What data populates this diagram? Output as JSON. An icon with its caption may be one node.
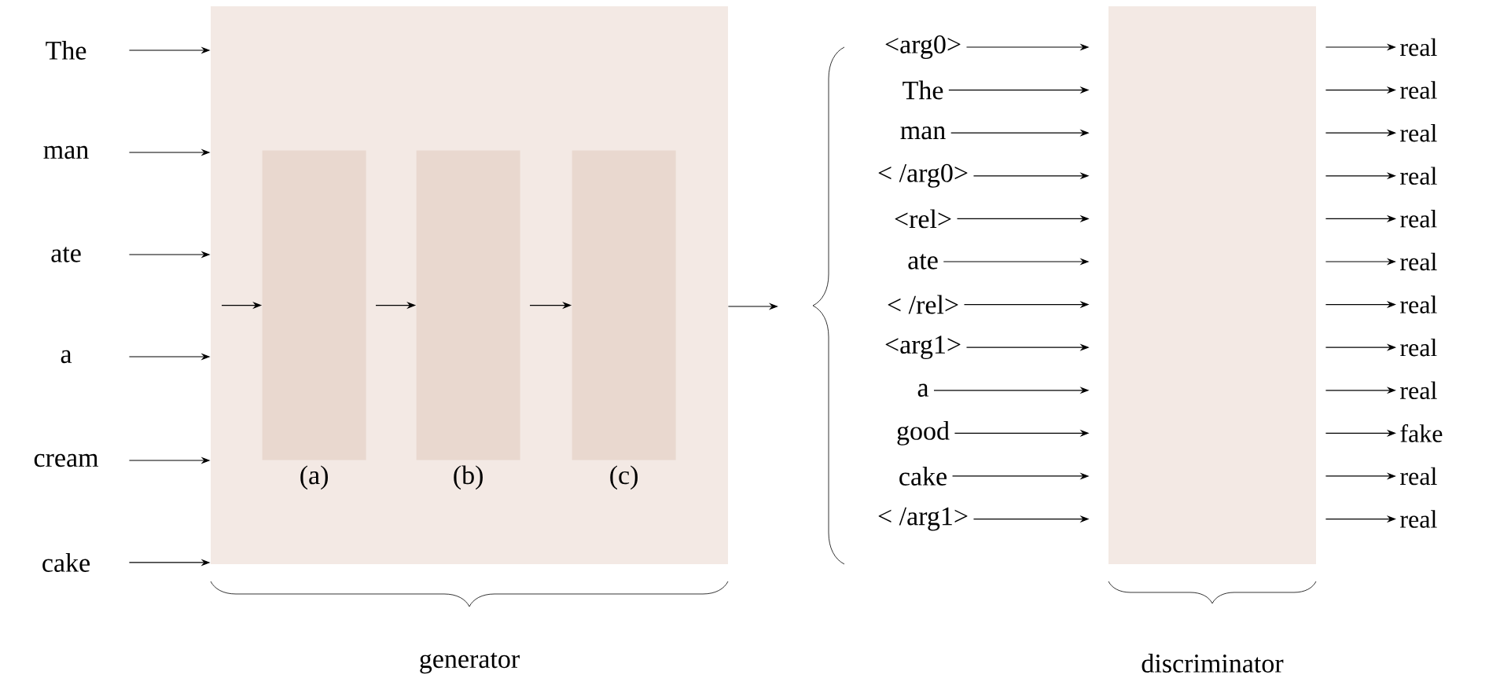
{
  "diagram": {
    "nodes": [
      {
        "text": [
          "The"
        ]
      },
      {
        "text": [
          "man"
        ]
      },
      {
        "text": [
          "ate"
        ]
      },
      {
        "text": [
          "a"
        ]
      },
      {
        "text": [
          "cream"
        ]
      },
      {
        "text": [
          "cake"
        ]
      },
      {
        "text": [
          "generator"
        ]
      },
      {
        "text": [
          "(a)"
        ],
        "in": 6
      },
      {
        "text": [
          "(b)"
        ],
        "in": 6
      },
      {
        "text": [
          "(c)"
        ],
        "in": 6
      },
      {
        "text": [
          "<arg0>"
        ]
      },
      {
        "text": [
          "The"
        ]
      },
      {
        "text": [
          "man"
        ]
      },
      {
        "text": [
          "< /arg0>"
        ]
      },
      {
        "text": [
          "<rel>"
        ]
      },
      {
        "text": [
          "ate"
        ]
      },
      {
        "text": [
          "< /rel>"
        ]
      },
      {
        "text": [
          "<arg1>"
        ]
      },
      {
        "text": [
          "a"
        ]
      },
      {
        "text": [
          "good"
        ]
      },
      {
        "text": [
          "cake"
        ]
      },
      {
        "text": [
          "< /arg1>"
        ]
      },
      {
        "text": [
          "discriminator"
        ]
      },
      {
        "text": [
          "real"
        ]
      },
      {
        "text": [
          "real"
        ]
      },
      {
        "text": [
          "real"
        ]
      },
      {
        "text": [
          "real"
        ]
      },
      {
        "text": [
          "real"
        ]
      },
      {
        "text": [
          "real"
        ]
      },
      {
        "text": [
          "real"
        ]
      },
      {
        "text": [
          "real"
        ]
      },
      {
        "text": [
          "real"
        ]
      },
      {
        "text": [
          "fake"
        ]
      },
      {
        "text": [
          "real"
        ]
      },
      {
        "text": [
          "real"
        ]
      }
    ],
    "edges": [
      {
        "from": 0,
        "to": 6,
        "arrow": "to"
      },
      {
        "from": 1,
        "to": 6,
        "arrow": "to"
      },
      {
        "from": 2,
        "to": 6,
        "arrow": "to"
      },
      {
        "from": 3,
        "to": 6,
        "arrow": "to"
      },
      {
        "from": 4,
        "to": 6,
        "arrow": "to"
      },
      {
        "from": 5,
        "to": 6,
        "arrow": "to"
      },
      {
        "from": null,
        "to": 7,
        "arrow": "to"
      },
      {
        "from": 7,
        "to": 8,
        "arrow": "to"
      },
      {
        "from": 8,
        "to": 9,
        "arrow": "to"
      },
      {
        "from": 6,
        "to": null,
        "arrow": "to"
      },
      {
        "from": 10,
        "to": 22,
        "arrow": "to"
      },
      {
        "from": 11,
        "to": 22,
        "arrow": "to"
      },
      {
        "from": 12,
        "to": 22,
        "arrow": "to"
      },
      {
        "from": 13,
        "to": 22,
        "arrow": "to"
      },
      {
        "from": 14,
        "to": 22,
        "arrow": "to"
      },
      {
        "from": 15,
        "to": 22,
        "arrow": "to"
      },
      {
        "from": 16,
        "to": 22,
        "arrow": "to"
      },
      {
        "from": 17,
        "to": 22,
        "arrow": "to"
      },
      {
        "from": 18,
        "to": 22,
        "arrow": "to"
      },
      {
        "from": 19,
        "to": 22,
        "arrow": "to"
      },
      {
        "from": 20,
        "to": 22,
        "arrow": "to"
      },
      {
        "from": 21,
        "to": 22,
        "arrow": "to"
      },
      {
        "from": 22,
        "to": 23,
        "arrow": "to"
      },
      {
        "from": 22,
        "to": 24,
        "arrow": "to"
      },
      {
        "from": 22,
        "to": 25,
        "arrow": "to"
      },
      {
        "from": 22,
        "to": 26,
        "arrow": "to"
      },
      {
        "from": 22,
        "to": 27,
        "arrow": "to"
      },
      {
        "from": 22,
        "to": 28,
        "arrow": "to"
      },
      {
        "from": 22,
        "to": 29,
        "arrow": "to"
      },
      {
        "from": 22,
        "to": 30,
        "arrow": "to"
      },
      {
        "from": 22,
        "to": 31,
        "arrow": "to"
      },
      {
        "from": 22,
        "to": 32,
        "arrow": "to"
      },
      {
        "from": 22,
        "to": 33,
        "arrow": "to"
      },
      {
        "from": 22,
        "to": 34,
        "arrow": "to"
      }
    ]
  }
}
